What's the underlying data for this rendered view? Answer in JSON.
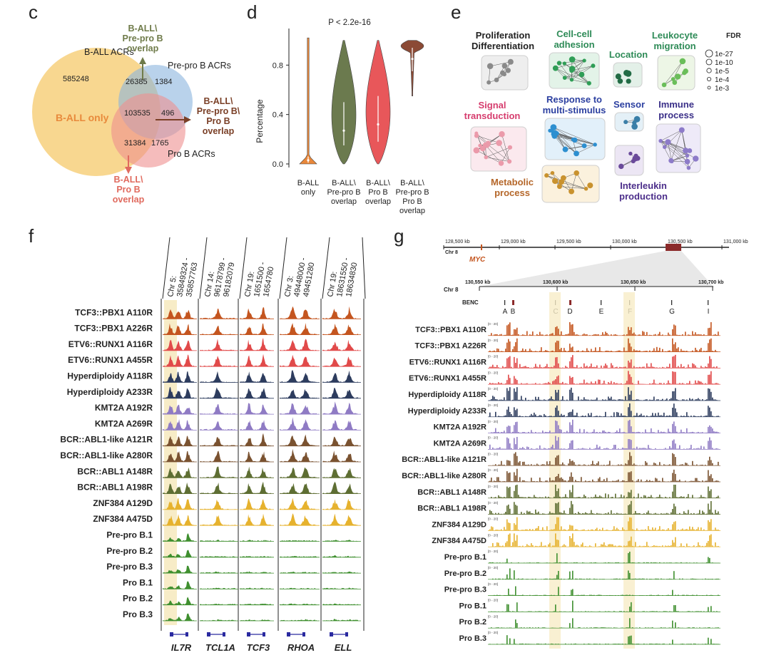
{
  "panels": {
    "c": {
      "letter": "c",
      "set_labels": {
        "ball": "B-ALL ACRs",
        "prepro": "Pre-pro B ACRs",
        "pro": "Pro B ACRs"
      },
      "region_counts": {
        "ball_only": "585248",
        "ball_prepro": "26385",
        "prepro_only": "1384",
        "all_three": "103535",
        "prepro_pro": "496",
        "ball_pro": "31384",
        "pro_only": "1765"
      },
      "ball_only_label": "B-ALL only",
      "callouts": {
        "top": [
          "B-ALL\\",
          "Pre-pro B",
          "overlap"
        ],
        "right": [
          "B-ALL\\",
          "Pre-pro B\\",
          "Pro B",
          "overlap"
        ],
        "bottom": [
          "B-ALL\\",
          "Pro B",
          "overlap"
        ]
      },
      "colors": {
        "ball": "#f5c96b",
        "prepro": "#8ab4dd",
        "pro": "#ef8f8f",
        "top_callout": "#6f7b4a",
        "right_callout": "#7a3f26",
        "bottom_callout": "#e06a5e",
        "ball_only_text": "#e88a3c"
      }
    },
    "d": {
      "letter": "d",
      "chart_data": {
        "type": "violin",
        "ylabel": "Percentage",
        "ylim": [
          0,
          1.05
        ],
        "yticks": [
          0.0,
          0.4,
          0.8
        ],
        "annotation": "P < 2.2e-16",
        "categories": [
          [
            "B-ALL",
            "only"
          ],
          [
            "B-ALL\\",
            "Pre-pro B",
            "overlap"
          ],
          [
            "B-ALL\\",
            "Pro B",
            "overlap"
          ],
          [
            "B-ALL\\",
            "Pre-pro B",
            "Pro B",
            "overlap"
          ]
        ],
        "series": [
          {
            "color": "#e8873a",
            "min": 0.0,
            "max": 1.02,
            "median": 0.03,
            "q1": 0.01,
            "q3": 0.06
          },
          {
            "color": "#6b7a4e",
            "min": 0.0,
            "max": 1.0,
            "median": 0.27,
            "q1": 0.15,
            "q3": 0.5
          },
          {
            "color": "#e8575a",
            "min": 0.0,
            "max": 1.0,
            "median": 0.32,
            "q1": 0.18,
            "q3": 0.55
          },
          {
            "color": "#8b4a35",
            "min": 0.55,
            "max": 1.0,
            "median": 0.85,
            "q1": 0.75,
            "q3": 0.94
          }
        ]
      }
    },
    "e": {
      "letter": "e",
      "labels": {
        "prolif": [
          "Proliferation",
          "Differentiation"
        ],
        "cellcell": [
          "Cell-cell",
          "adhesion"
        ],
        "location": "Location",
        "leuko": [
          "Leukocyte",
          "migration"
        ],
        "signal": [
          "Signal",
          "transduction"
        ],
        "response": [
          "Response to",
          "multi-stimulus"
        ],
        "sensor": "Sensor",
        "immune": [
          "Immune",
          "process"
        ],
        "metabolic": [
          "Metabolic",
          "process"
        ],
        "interleukin": [
          "Interleukin",
          "production"
        ]
      },
      "label_colors": {
        "prolif": "#222222",
        "cellcell": "#2e8b57",
        "location": "#2e8b57",
        "leuko": "#2e8b57",
        "signal": "#d63d6e",
        "response": "#2b3fa0",
        "sensor": "#2b3fa0",
        "immune": "#3a2f88",
        "metabolic": "#b5672a",
        "interleukin": "#4b2d8a"
      },
      "fdr_title": "FDR",
      "fdr_levels": [
        "1e-27",
        "1e-10",
        "1e-5",
        "1e-4",
        "1e-3"
      ]
    },
    "f": {
      "letter": "f",
      "samples": [
        "TCF3::PBX1 A110R",
        "TCF3::PBX1 A226R",
        "ETV6::RUNX1 A116R",
        "ETV6::RUNX1 A455R",
        "Hyperdiploidy A118R",
        "Hyperdiploidy A233R",
        "KMT2A A192R",
        "KMT2A A269R",
        "BCR::ABL1-like A121R",
        "BCR::ABL1-like A280R",
        "BCR::ABL1 A148R",
        "BCR::ABL1 A198R",
        "ZNF384 A129D",
        "ZNF384 A475D",
        "Pre-pro B.1",
        "Pre-pro B.2",
        "Pre-pro B.3",
        "Pro B.1",
        "Pro B.2",
        "Pro B.3"
      ],
      "track_colors": [
        "#c4551f",
        "#c4551f",
        "#e14a4a",
        "#e14a4a",
        "#2d3c5e",
        "#2d3c5e",
        "#8f7bc4",
        "#8f7bc4",
        "#7a5230",
        "#7a5230",
        "#5e6e33",
        "#5e6e33",
        "#e6b22e",
        "#e6b22e",
        "#3f8f2f",
        "#3f8f2f",
        "#3f8f2f",
        "#3f8f2f",
        "#3f8f2f",
        "#3f8f2f"
      ],
      "loci": [
        {
          "coords": [
            "Chr 5:",
            "35849324 -",
            "35857763"
          ],
          "gene": "IL7R"
        },
        {
          "coords": [
            "Chr 14:",
            "96178799 -",
            "96182079"
          ],
          "gene": "TCL1A"
        },
        {
          "coords": [
            "Chr 19:",
            "1651500 -",
            "1654780"
          ],
          "gene": "TCF3"
        },
        {
          "coords": [
            "Chr 3:",
            "49448000 -",
            "49451280"
          ],
          "gene": "RHOA"
        },
        {
          "coords": [
            "Chr 19:",
            "18631550 -",
            "18634830"
          ],
          "gene": "ELL"
        }
      ]
    },
    "g": {
      "letter": "g",
      "overview_ticks": [
        "128,500 kb",
        "129,000 kb",
        "129,500 kb",
        "130,000 kb",
        "130,500 kb",
        "131,000 kb"
      ],
      "overview_chr": "Chr 8",
      "myc": "MYC",
      "benc": "BENC",
      "zoom_ticks": [
        "130,550 kb",
        "130,600 kb",
        "130,650 kb",
        "130,700 kb"
      ],
      "zoom_chr": "Chr 8",
      "benc_row_label": "BENC",
      "benc_elements": [
        "A",
        "B",
        "C",
        "D",
        "E",
        "F",
        "G",
        "I"
      ],
      "scale_label": "[0 - 20]",
      "samples": [
        "TCF3::PBX1 A110R",
        "TCF3::PBX1 A226R",
        "ETV6::RUNX1 A116R",
        "ETV6::RUNX1 A455R",
        "Hyperdiploidy A118R",
        "Hyperdiploidy A233R",
        "KMT2A A192R",
        "KMT2A A269R",
        "BCR::ABL1-like A121R",
        "BCR::ABL1-like A280R",
        "BCR::ABL1 A148R",
        "BCR::ABL1 A198R",
        "ZNF384 A129D",
        "ZNF384 A475D",
        "Pre-pro B.1",
        "Pre-pro B.2",
        "Pre-pro B.3",
        "Pro B.1",
        "Pro B.2",
        "Pro B.3"
      ],
      "track_colors": [
        "#c4551f",
        "#c4551f",
        "#e14a4a",
        "#e14a4a",
        "#2d3c5e",
        "#2d3c5e",
        "#8f7bc4",
        "#8f7bc4",
        "#7a5230",
        "#7a5230",
        "#5e6e33",
        "#5e6e33",
        "#e6b22e",
        "#e6b22e",
        "#3f8f2f",
        "#3f8f2f",
        "#3f8f2f",
        "#3f8f2f",
        "#3f8f2f",
        "#3f8f2f"
      ],
      "myc_color": "#c4551f",
      "benc_color": "#8b2a2a"
    }
  }
}
